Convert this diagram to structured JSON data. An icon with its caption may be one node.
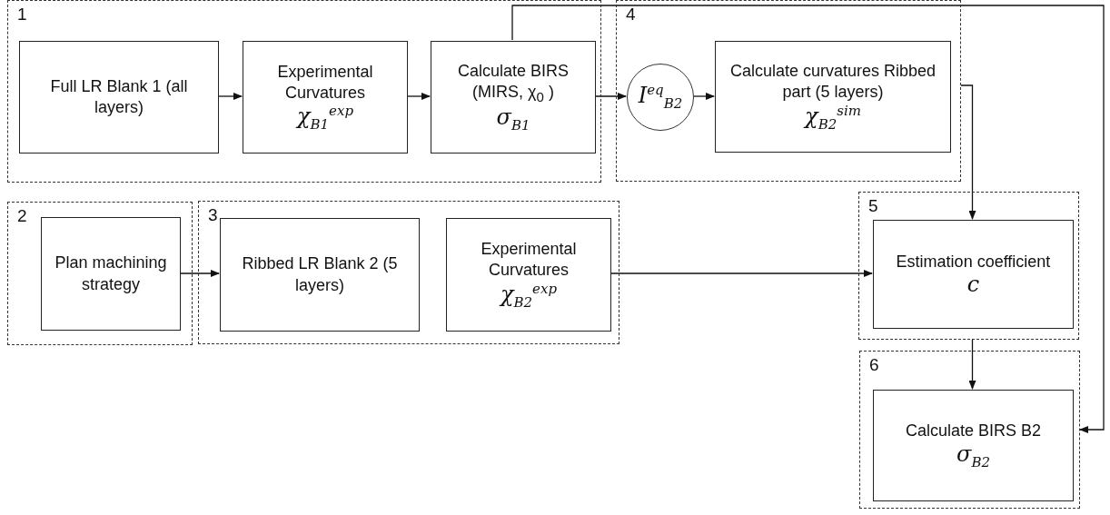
{
  "diagram": {
    "nodes": [
      {
        "text": [
          "1"
        ]
      },
      {
        "text": [
          "Full LR Blank 1 (all layers)"
        ],
        "in": 0
      },
      {
        "text": [
          "Experimental Curvatures",
          "χ$_{B1}$$^{exp}$"
        ],
        "in": 0
      },
      {
        "text": [
          "Calculate BIRS (MIRS, χ$_{0}$ )",
          "σ$_{B1}$"
        ],
        "in": 0
      },
      {
        "text": [
          "4"
        ]
      },
      {
        "text": [
          "I$^{eq}$$_{B2}$"
        ],
        "in": 4
      },
      {
        "text": [
          "Calculate curvatures Ribbed part (5 layers)",
          "χ$_{B2}$$^{sim}$"
        ],
        "in": 4
      },
      {
        "text": [
          "2"
        ]
      },
      {
        "text": [
          "Plan machining strategy"
        ],
        "in": 7
      },
      {
        "text": [
          "3"
        ]
      },
      {
        "text": [
          "Ribbed LR Blank 2 (5 layers)"
        ],
        "in": 9
      },
      {
        "text": [
          "Experimental Curvatures",
          "χ$_{B2}$$^{exp}$"
        ],
        "in": 9
      },
      {
        "text": [
          "5"
        ]
      },
      {
        "text": [
          "Estimation coefficient",
          "c"
        ],
        "in": 12
      },
      {
        "text": [
          "6"
        ]
      },
      {
        "text": [
          "Calculate BIRS B2",
          "σ$_{B2}$"
        ],
        "in": 14
      }
    ],
    "edges": [
      {
        "from": 1,
        "to": 2,
        "arrow": "to"
      },
      {
        "from": 2,
        "to": 3,
        "arrow": "to"
      },
      {
        "from": 3,
        "to": 5,
        "arrow": "to"
      },
      {
        "from": 5,
        "to": 6,
        "arrow": "to"
      },
      {
        "from": 4,
        "to": 13,
        "arrow": "to"
      },
      {
        "from": 3,
        "to": 14,
        "arrow": "to"
      },
      {
        "from": 8,
        "to": 10,
        "arrow": "to"
      },
      {
        "from": 11,
        "to": 13,
        "arrow": "to"
      },
      {
        "from": 12,
        "to": 15,
        "arrow": "to"
      }
    ]
  }
}
